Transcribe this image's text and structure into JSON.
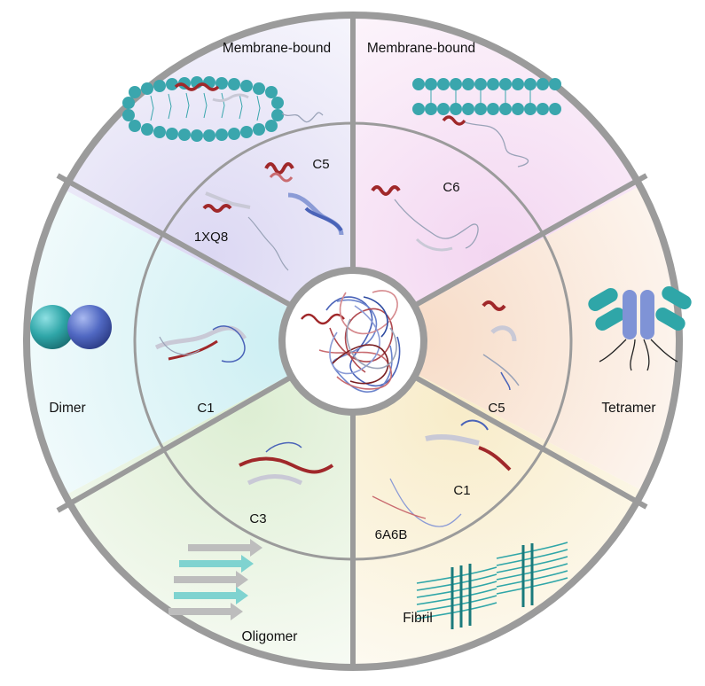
{
  "outer_labels": {
    "membrane_left": "Membrane-bound",
    "membrane_right": "Membrane-bound",
    "tetramer": "Tetramer",
    "fibril": "Fibril",
    "oligomer": "Oligomer",
    "dimer": "Dimer"
  },
  "inner_labels": {
    "c5_top": "C5",
    "pdb_1xq8": "1XQ8",
    "c6": "C6",
    "c5_right": "C5",
    "c1_bottom": "C1",
    "pdb_6a6b": "6A6B",
    "c3": "C3",
    "c1_left": "C1"
  },
  "colors": {
    "ring": "#9b9b9b",
    "lipid_head": "#3aa6ad",
    "helix_red": "#a0282a",
    "blue": "#4a63b8",
    "teal": "#2fa6a8",
    "sheet_cyan": "#7fd3d0",
    "sheet_gray": "#bdbdbd",
    "sector_colors": {
      "membrane_left": "#eceaf7",
      "membrane_right": "#f7e8f5",
      "tetramer": "#fbeee4",
      "fibril": "#fbf6e4",
      "oligomer": "#eaf4e4",
      "dimer": "#e3f5f7"
    }
  }
}
